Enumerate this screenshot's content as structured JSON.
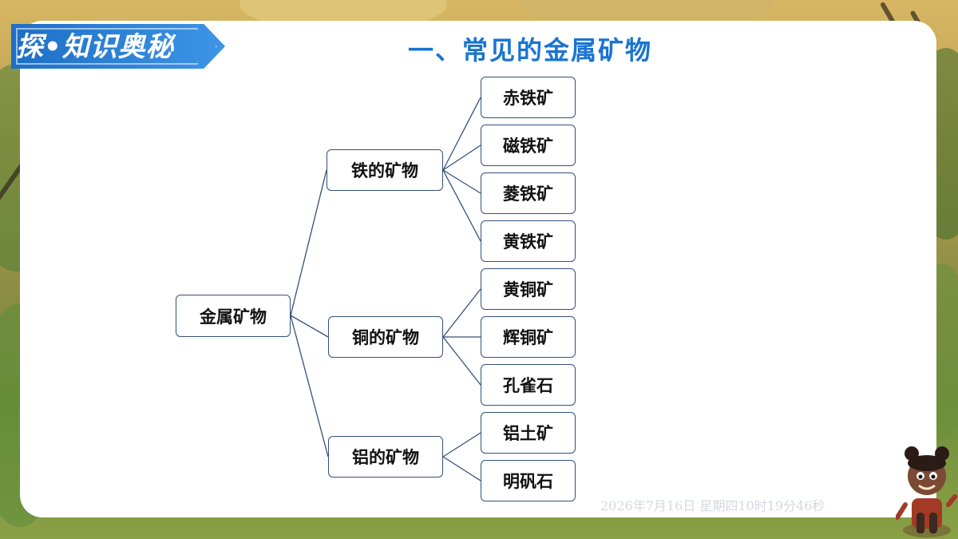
{
  "badge": {
    "label": "探•知识奥秘"
  },
  "title": "一、常见的金属矿物",
  "diagram": {
    "root": "金属矿物",
    "categories": [
      {
        "label": "铁的矿物",
        "minerals": [
          "赤铁矿",
          "磁铁矿",
          "菱铁矿",
          "黄铁矿"
        ]
      },
      {
        "label": "铜的矿物",
        "minerals": [
          "黄铜矿",
          "辉铜矿",
          "孔雀石"
        ]
      },
      {
        "label": "铝的矿物",
        "minerals": [
          "铝土矿",
          "明矾石"
        ]
      }
    ]
  },
  "watermark": "2026年7月16日 星期四10时19分46秒",
  "colors": {
    "title": "#1a74d0",
    "badge": "#1d6fc6",
    "node_border": "#33507a",
    "connector": "#33507a"
  }
}
